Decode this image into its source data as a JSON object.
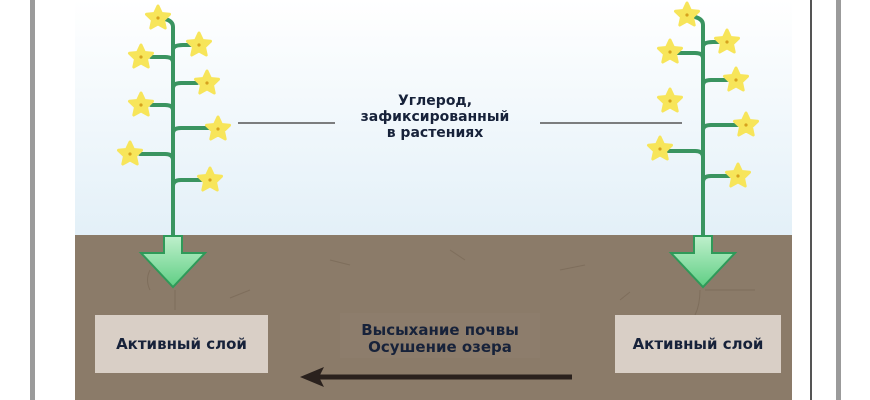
{
  "diagram": {
    "carbon_label": [
      "Углерод,",
      "зафиксированный",
      "в растениях"
    ],
    "left_layer_label": "Активный слой",
    "right_layer_label": "Активный слой",
    "process_label": [
      "Высыхание почвы",
      "Осушение озера"
    ],
    "colors": {
      "sky": "#eaf4fb",
      "soil": "#8b7b69",
      "stem": "#3a9460",
      "flower": "#f7e55a",
      "arrow_green": "#6fd690",
      "label_box": "#d9cfc6",
      "text": "#17223a"
    }
  }
}
